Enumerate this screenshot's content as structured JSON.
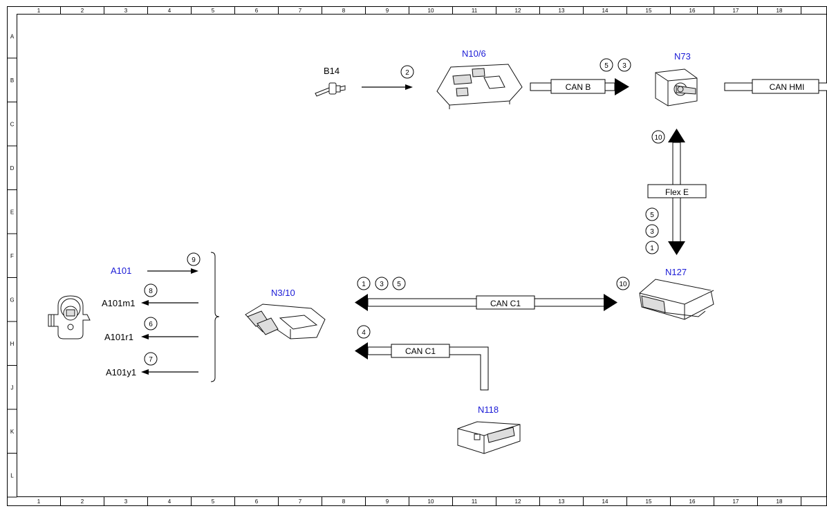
{
  "frame": {
    "columns": [
      "1",
      "2",
      "3",
      "4",
      "5",
      "6",
      "7",
      "8",
      "9",
      "10",
      "11",
      "12",
      "13",
      "14",
      "15",
      "16",
      "17",
      "18"
    ],
    "rows": [
      "A",
      "B",
      "C",
      "D",
      "E",
      "F",
      "G",
      "H",
      "J",
      "K",
      "L"
    ]
  },
  "components": {
    "b14": "B14",
    "n10_6": "N10/6",
    "n73": "N73",
    "a101": "A101",
    "a101m1": "A101m1",
    "a101r1": "A101r1",
    "a101y1": "A101y1",
    "n3_10": "N3/10",
    "n127": "N127",
    "n118": "N118"
  },
  "buses": {
    "can_b": "CAN B",
    "can_hmi": "CAN HMI",
    "flex_e": "Flex E",
    "can_c1_main": "CAN C1",
    "can_c1_n118": "CAN C1"
  },
  "signals": {
    "b14_n10": "2",
    "canb_5": "5",
    "canb_3": "3",
    "flex_10": "10",
    "flex_5": "5",
    "flex_3": "3",
    "flex_1": "1",
    "a101": "9",
    "a101m1": "8",
    "a101r1": "6",
    "a101y1": "7",
    "canc1_1": "1",
    "canc1_3": "3",
    "canc1_5": "5",
    "canc1_10": "10",
    "canc1_4": "4"
  },
  "colors": {
    "component_label": "#1a1ad6",
    "line": "#000000"
  }
}
